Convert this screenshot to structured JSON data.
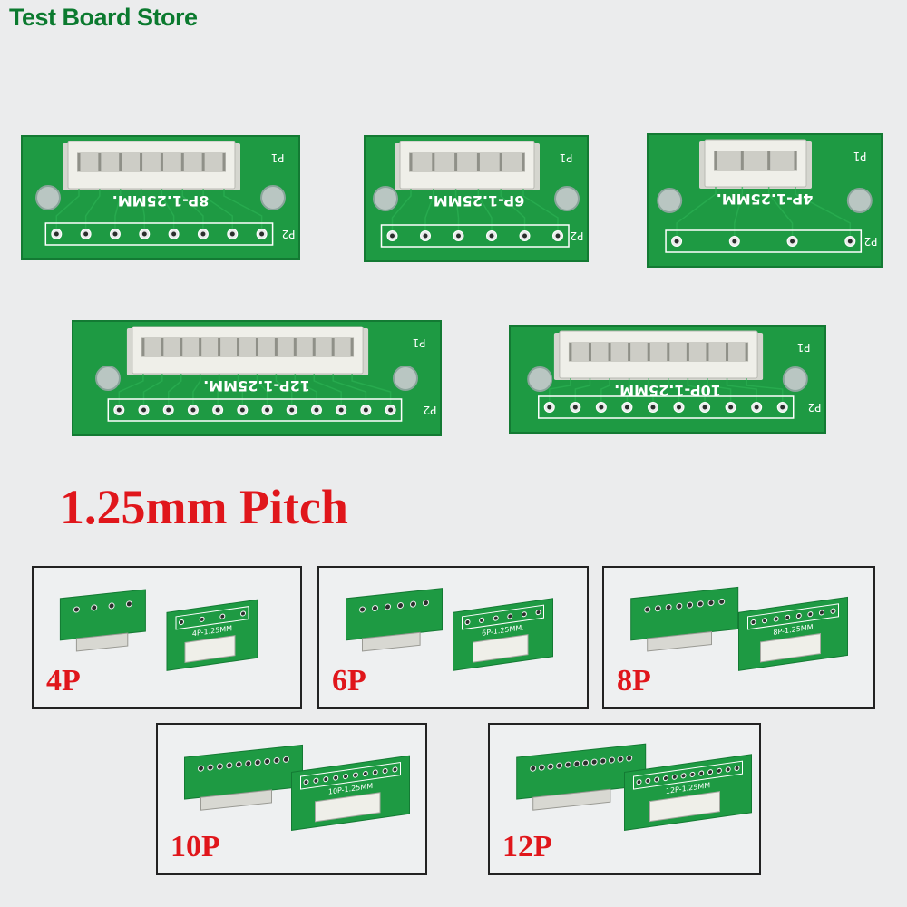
{
  "store_name": "Test Board Store",
  "headline": "1.25mm Pitch",
  "colors": {
    "pcb": "#1e9a43",
    "pcb_edge": "#137a33",
    "connector": "#efefe9",
    "accent_text": "#e0161b",
    "store_text": "#0b7a2f"
  },
  "boards": [
    {
      "id": "8p",
      "pins": 8,
      "silkscreen": "8P-1.25MM.",
      "p1": "P1",
      "p2": "P2"
    },
    {
      "id": "6p",
      "pins": 6,
      "silkscreen": "6P-1.25MM.",
      "p1": "P1",
      "p2": "P2"
    },
    {
      "id": "4p",
      "pins": 4,
      "silkscreen": "4P-1.25MM.",
      "p1": "P1",
      "p2": "P2"
    },
    {
      "id": "12p",
      "pins": 12,
      "silkscreen": "12P-1.25MM.",
      "p1": "P1",
      "p2": "P2"
    },
    {
      "id": "10p",
      "pins": 10,
      "silkscreen": "10P-1.25MM.",
      "p1": "P1",
      "p2": "P2"
    }
  ],
  "panels": [
    {
      "id": "4p",
      "pins": 4,
      "label": "4P",
      "silkscreen": "4P-1.25MM"
    },
    {
      "id": "6p",
      "pins": 6,
      "label": "6P",
      "silkscreen": "6P-1.25MM."
    },
    {
      "id": "8p",
      "pins": 8,
      "label": "8P",
      "silkscreen": "8P-1.25MM"
    },
    {
      "id": "10p",
      "pins": 10,
      "label": "10P",
      "silkscreen": "10P-1.25MM"
    },
    {
      "id": "12p",
      "pins": 12,
      "label": "12P",
      "silkscreen": "12P-1.25MM"
    }
  ]
}
